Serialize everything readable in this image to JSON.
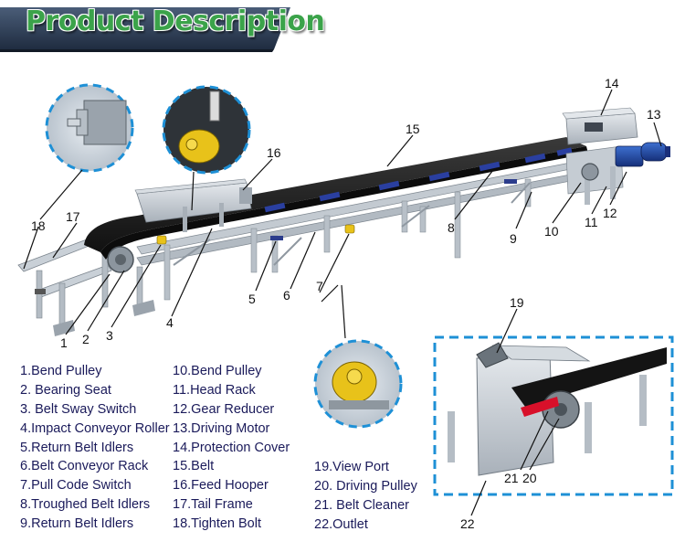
{
  "header": {
    "title": "Product Description"
  },
  "callouts": [
    {
      "num": "1"
    },
    {
      "num": "2"
    },
    {
      "num": "3"
    },
    {
      "num": "4"
    },
    {
      "num": "5"
    },
    {
      "num": "6"
    },
    {
      "num": "7"
    },
    {
      "num": "8"
    },
    {
      "num": "9"
    },
    {
      "num": "10"
    },
    {
      "num": "11"
    },
    {
      "num": "12"
    },
    {
      "num": "13"
    },
    {
      "num": "14"
    },
    {
      "num": "15"
    },
    {
      "num": "16"
    },
    {
      "num": "17"
    },
    {
      "num": "18"
    },
    {
      "num": "19"
    },
    {
      "num": "20"
    },
    {
      "num": "21"
    },
    {
      "num": "22"
    }
  ],
  "legend": {
    "col1": [
      "1.Bend Pulley",
      "2. Bearing Seat",
      "3. Belt Sway Switch",
      "4.Impact Conveyor Roller",
      "5.Return Belt Idlers",
      "6.Belt Conveyor Rack",
      "7.Pull Code Switch",
      "8.Troughed Belt Idlers",
      "9.Return Belt Idlers"
    ],
    "col2": [
      "10.Bend Pulley",
      "11.Head Rack",
      "12.Gear Reducer",
      "13.Driving Motor",
      "14.Protection Cover",
      "15.Belt",
      "16.Feed Hooper",
      "17.Tail Frame",
      "18.Tighten Bolt"
    ],
    "col3": [
      "19.View Port",
      "20. Driving Pulley",
      "21. Belt Cleaner",
      "22.Outlet"
    ]
  },
  "colors": {
    "banner": "#2d3f57",
    "title": "#3ba34a",
    "legend_text": "#1a1a5a",
    "detail_border": "#1e90d6",
    "belt": "#1c1c1c",
    "idler": "#2a3fa0",
    "frame": "#b9c1c9",
    "switch": "#e8c21a",
    "cleaner": "#d8102a"
  }
}
